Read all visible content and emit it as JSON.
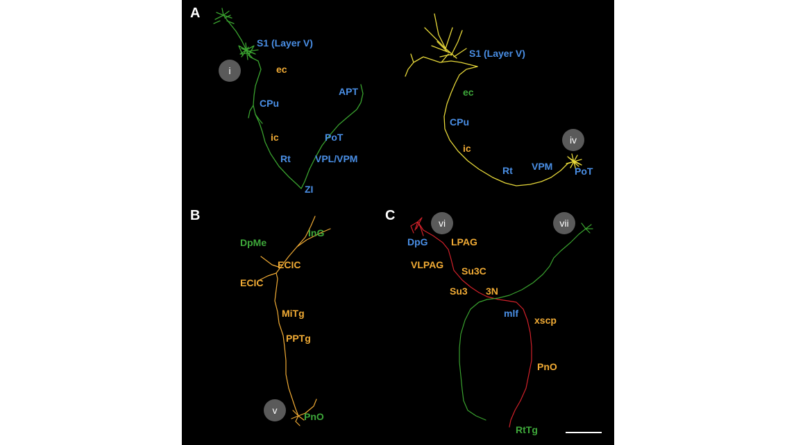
{
  "colors": {
    "green": "#3aa32f",
    "yellow": "#e8d93a",
    "red": "#d3212a",
    "blue": "#4a8fe6",
    "orange": "#f2ac35",
    "greenText": "#3ea83a",
    "badge": "#5a5a5a"
  },
  "panels": {
    "a": "A",
    "b": "B",
    "c": "C"
  },
  "badges": {
    "i": "i",
    "iv": "iv",
    "v": "v",
    "vi": "vi",
    "vii": "vii"
  },
  "labels": {
    "a1_s1": "S1 (Layer V)",
    "a1_ec": "ec",
    "a1_cpu": "CPu",
    "a1_ic": "ic",
    "a1_rt": "Rt",
    "a1_zi": "ZI",
    "a1_apt": "APT",
    "a1_pot": "PoT",
    "a1_vplvpm": "VPL/VPM",
    "a2_s1": "S1 (Layer V)",
    "a2_ec": "ec",
    "a2_cpu": "CPu",
    "a2_ic": "ic",
    "a2_rt": "Rt",
    "a2_vpm": "VPM",
    "a2_pot": "PoT",
    "b_dpme": "DpMe",
    "b_ing": "InG",
    "b_ecic1": "ECIC",
    "b_ecic2": "ECIC",
    "b_mitg": "MiTg",
    "b_pptg": "PPTg",
    "b_pno": "PnO",
    "c_dpg": "DpG",
    "c_lpag": "LPAG",
    "c_vlpag": "VLPAG",
    "c_su3c": "Su3C",
    "c_su3": "Su3",
    "c_3n": "3N",
    "c_mlf": "mlf",
    "c_xscp": "xscp",
    "c_pno": "PnO",
    "c_rttg": "RtTg"
  }
}
